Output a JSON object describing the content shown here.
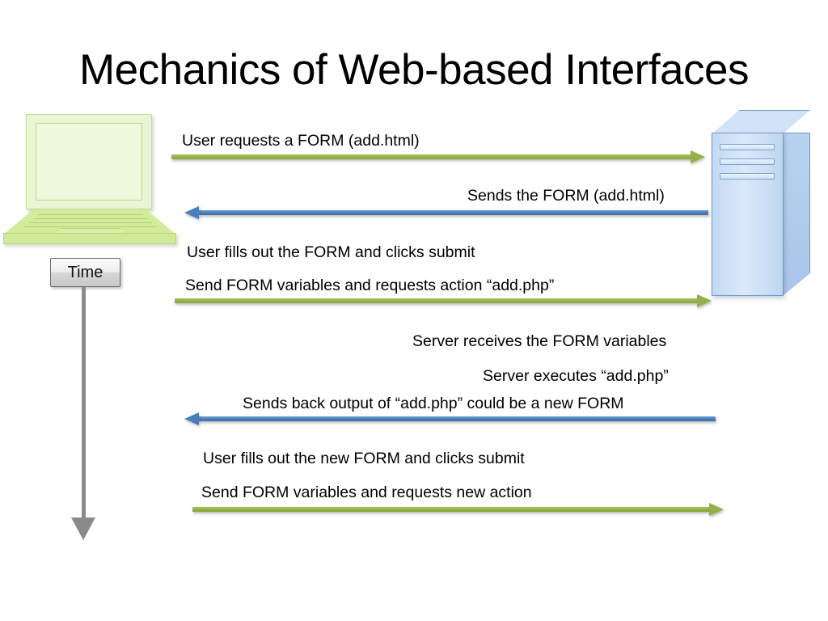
{
  "slide": {
    "title": "Mechanics of Web-based Interfaces",
    "background_color": "#ffffff"
  },
  "actors": {
    "client": {
      "name": "laptop",
      "label": "",
      "color": "#d2ec9c"
    },
    "server": {
      "name": "server-tower",
      "label": "",
      "color": "#c2d9f3",
      "slot_count": 3
    }
  },
  "time_axis": {
    "label": "Time",
    "direction": "downward",
    "color": "#8a8a8a"
  },
  "colors": {
    "request_arrow": "#93b147",
    "response_arrow": "#4a7ebb",
    "time_axis": "#8a8a8a",
    "client": "#d2ec9c",
    "server": "#c2d9f3",
    "text": "#000000"
  },
  "messages": [
    {
      "id": "m1",
      "text": "User requests a FORM (add.html)",
      "align": "left",
      "direction": "request"
    },
    {
      "id": "m2",
      "text": "Sends the FORM (add.html)",
      "align": "right",
      "direction": "response"
    },
    {
      "id": "m3",
      "text": "User fills out the FORM and clicks submit",
      "align": "left",
      "direction": "note"
    },
    {
      "id": "m4",
      "text": "Send FORM variables and requests action “add.php”",
      "align": "left",
      "direction": "request"
    },
    {
      "id": "m5",
      "text": "Server receives the FORM variables",
      "align": "right",
      "direction": "note"
    },
    {
      "id": "m6",
      "text": "Server executes “add.php”",
      "align": "right",
      "direction": "note"
    },
    {
      "id": "m7",
      "text": "Sends back output of “add.php” could be a new FORM",
      "align": "right",
      "direction": "response"
    },
    {
      "id": "m8",
      "text": "User fills out the new FORM and clicks submit",
      "align": "left",
      "direction": "note"
    },
    {
      "id": "m9",
      "text": "Send FORM variables and requests new action",
      "align": "left",
      "direction": "request"
    }
  ],
  "arrows": [
    {
      "id": "a1",
      "direction": "request",
      "color": "#93b147"
    },
    {
      "id": "a2",
      "direction": "response",
      "color": "#4a7ebb"
    },
    {
      "id": "a3",
      "direction": "request",
      "color": "#93b147"
    },
    {
      "id": "a4",
      "direction": "response",
      "color": "#4a7ebb"
    },
    {
      "id": "a5",
      "direction": "request",
      "color": "#93b147"
    }
  ]
}
